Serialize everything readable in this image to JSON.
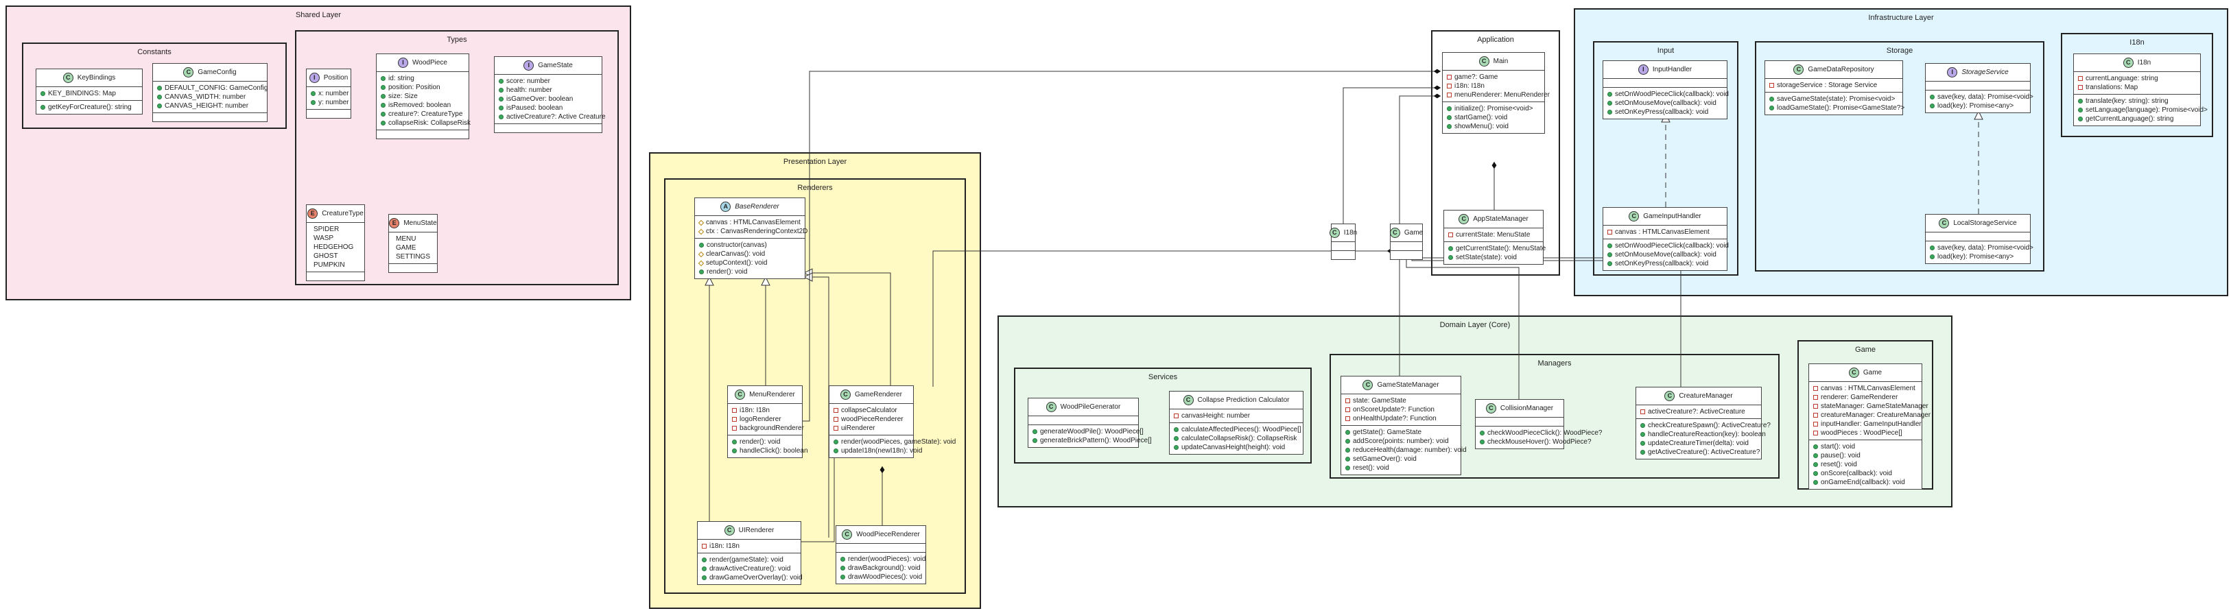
{
  "packages": {
    "shared": "Shared Layer",
    "constants": "Constants",
    "types": "Types",
    "presentation": "Presentation Layer",
    "renderers": "Renderers",
    "application": "Application",
    "infrastructure": "Infrastructure Layer",
    "input": "Input",
    "storage": "Storage",
    "i18n": "I18n",
    "domain": "Domain Layer (Core)",
    "services": "Services",
    "managers": "Managers",
    "game": "Game"
  },
  "colors": {
    "shared": "#fce4ec",
    "presentation": "#fff9c4",
    "infrastructure": "#e1f5fe",
    "domain": "#e8f5e9",
    "class_stereotype": "#a9dcb4",
    "interface_stereotype": "#b9a7e8",
    "enum_stereotype": "#e8846e",
    "abstract_stereotype": "#a8d8e6"
  },
  "classes": {
    "KeyBindings": {
      "stereotype": "C",
      "name": "KeyBindings",
      "sections": [
        [
          {
            "v": "pub",
            "t": "KEY_BINDINGS: Map"
          }
        ],
        [
          {
            "v": "pub",
            "t": "getKeyForCreature(): string"
          }
        ]
      ]
    },
    "GameConfig": {
      "stereotype": "C",
      "name": "GameConfig",
      "sections": [
        [
          {
            "v": "pub",
            "t": "DEFAULT_CONFIG: GameConfig"
          },
          {
            "v": "pub",
            "t": "CANVAS_WIDTH: number"
          },
          {
            "v": "pub",
            "t": "CANVAS_HEIGHT: number"
          }
        ],
        []
      ]
    },
    "Position": {
      "stereotype": "I",
      "name": "Position",
      "sections": [
        [
          {
            "v": "pub",
            "t": "x: number"
          },
          {
            "v": "pub",
            "t": "y: number"
          }
        ],
        []
      ]
    },
    "WoodPiece": {
      "stereotype": "I",
      "name": "WoodPiece",
      "sections": [
        [
          {
            "v": "pub",
            "t": "id: string"
          },
          {
            "v": "pub",
            "t": "position: Position"
          },
          {
            "v": "pub",
            "t": "size: Size"
          },
          {
            "v": "pub",
            "t": "isRemoved: boolean"
          },
          {
            "v": "pub",
            "t": "creature?: CreatureType"
          },
          {
            "v": "pub",
            "t": "collapseRisk: CollapseRisk"
          }
        ],
        []
      ]
    },
    "GameState": {
      "stereotype": "I",
      "name": "GameState",
      "sections": [
        [
          {
            "v": "pub",
            "t": "score: number"
          },
          {
            "v": "pub",
            "t": "health: number"
          },
          {
            "v": "pub",
            "t": "isGameOver: boolean"
          },
          {
            "v": "pub",
            "t": "isPaused: boolean"
          },
          {
            "v": "pub",
            "t": "activeCreature?: Active Creature"
          }
        ],
        []
      ]
    },
    "CreatureType": {
      "stereotype": "E",
      "name": "CreatureType",
      "sections": [
        [
          {
            "v": "none",
            "t": "SPIDER"
          },
          {
            "v": "none",
            "t": "WASP"
          },
          {
            "v": "none",
            "t": "HEDGEHOG"
          },
          {
            "v": "none",
            "t": "GHOST"
          },
          {
            "v": "none",
            "t": "PUMPKIN"
          }
        ],
        []
      ]
    },
    "MenuState": {
      "stereotype": "E",
      "name": "MenuState",
      "sections": [
        [
          {
            "v": "none",
            "t": "MENU"
          },
          {
            "v": "none",
            "t": "GAME"
          },
          {
            "v": "none",
            "t": "SETTINGS"
          }
        ],
        []
      ]
    },
    "BaseRenderer": {
      "stereotype": "A",
      "name": "BaseRenderer",
      "italic": true,
      "sections": [
        [
          {
            "v": "prot",
            "t": "canvas : HTMLCanvasElement"
          },
          {
            "v": "prot",
            "t": "ctx : CanvasRenderingContext2D"
          }
        ],
        [
          {
            "v": "pub",
            "t": "constructor(canvas)"
          },
          {
            "v": "prot",
            "t": "clearCanvas(): void"
          },
          {
            "v": "prot",
            "t": "setupContext(): void"
          },
          {
            "v": "pub",
            "t": "render(): void"
          }
        ]
      ]
    },
    "MenuRenderer": {
      "stereotype": "C",
      "name": "MenuRenderer",
      "sections": [
        [
          {
            "v": "priv",
            "t": "i18n: I18n"
          },
          {
            "v": "priv",
            "t": "logoRenderer"
          },
          {
            "v": "priv",
            "t": "backgroundRenderer"
          }
        ],
        [
          {
            "v": "pub",
            "t": "render(): void"
          },
          {
            "v": "pub",
            "t": "handleClick(): boolean"
          }
        ]
      ]
    },
    "GameRenderer": {
      "stereotype": "C",
      "name": "GameRenderer",
      "sections": [
        [
          {
            "v": "priv",
            "t": "collapseCalculator"
          },
          {
            "v": "priv",
            "t": "woodPieceRenderer"
          },
          {
            "v": "priv",
            "t": "uiRenderer"
          }
        ],
        [
          {
            "v": "pub",
            "t": "render(woodPieces, gameState): void"
          },
          {
            "v": "pub",
            "t": "updateI18n(newI18n): void"
          }
        ]
      ]
    },
    "UIRenderer": {
      "stereotype": "C",
      "name": "UIRenderer",
      "sections": [
        [
          {
            "v": "priv",
            "t": "i18n: I18n"
          }
        ],
        [
          {
            "v": "pub",
            "t": "render(gameState): void"
          },
          {
            "v": "pub",
            "t": "drawActiveCreature(): void"
          },
          {
            "v": "pub",
            "t": "drawGameOverOverlay(): void"
          }
        ]
      ]
    },
    "WoodPieceRenderer": {
      "stereotype": "C",
      "name": "WoodPieceRenderer",
      "sections": [
        [],
        [
          {
            "v": "pub",
            "t": "render(woodPieces): void"
          },
          {
            "v": "pub",
            "t": "drawBackground(): void"
          },
          {
            "v": "pub",
            "t": "drawWoodPieces(): void"
          }
        ]
      ]
    },
    "Main": {
      "stereotype": "C",
      "name": "Main",
      "sections": [
        [
          {
            "v": "priv",
            "t": "game?: Game"
          },
          {
            "v": "priv",
            "t": "i18n: I18n"
          },
          {
            "v": "priv",
            "t": "menuRenderer: MenuRenderer"
          }
        ],
        [
          {
            "v": "pub",
            "t": "initialize(): Promise<void>"
          },
          {
            "v": "pub",
            "t": "startGame(): void"
          },
          {
            "v": "pub",
            "t": "showMenu(): void"
          }
        ]
      ]
    },
    "AppStateManager": {
      "stereotype": "C",
      "name": "AppStateManager",
      "sections": [
        [
          {
            "v": "priv",
            "t": "currentState: MenuState"
          }
        ],
        [
          {
            "v": "pub",
            "t": "getCurrentState(): MenuState"
          },
          {
            "v": "pub",
            "t": "setState(state): void"
          }
        ]
      ]
    },
    "I18nRef": {
      "stereotype": "C",
      "name": "I18n",
      "sections": [
        [],
        []
      ]
    },
    "GameRef": {
      "stereotype": "C",
      "name": "Game",
      "sections": [
        [],
        []
      ]
    },
    "InputHandler": {
      "stereotype": "I",
      "name": "InputHandler",
      "sections": [
        [],
        [
          {
            "v": "pub",
            "t": "setOnWoodPieceClick(callback): void"
          },
          {
            "v": "pub",
            "t": "setOnMouseMove(callback): void"
          },
          {
            "v": "pub",
            "t": "setOnKeyPress(callback): void"
          }
        ]
      ]
    },
    "GameInputHandler": {
      "stereotype": "C",
      "name": "GameInputHandler",
      "sections": [
        [
          {
            "v": "priv",
            "t": "canvas : HTMLCanvasElement"
          }
        ],
        [
          {
            "v": "pub",
            "t": "setOnWoodPieceClick(callback): void"
          },
          {
            "v": "pub",
            "t": "setOnMouseMove(callback): void"
          },
          {
            "v": "pub",
            "t": "setOnKeyPress(callback): void"
          }
        ]
      ]
    },
    "GameDataRepository": {
      "stereotype": "C",
      "name": "GameDataRepository",
      "sections": [
        [
          {
            "v": "priv",
            "t": "storageService : Storage Service"
          }
        ],
        [
          {
            "v": "pub",
            "t": "saveGameState(state): Promise<void>"
          },
          {
            "v": "pub",
            "t": "loadGameState(): Promise<GameState?>"
          }
        ]
      ]
    },
    "StorageService": {
      "stereotype": "I",
      "name": "StorageService",
      "italic": true,
      "sections": [
        [],
        [
          {
            "v": "pub",
            "t": "save(key, data): Promise<void>"
          },
          {
            "v": "pub",
            "t": "load(key): Promise<any>"
          }
        ]
      ]
    },
    "LocalStorageService": {
      "stereotype": "C",
      "name": "LocalStorageService",
      "sections": [
        [],
        [
          {
            "v": "pub",
            "t": "save(key, data): Promise<void>"
          },
          {
            "v": "pub",
            "t": "load(key): Promise<any>"
          }
        ]
      ]
    },
    "I18n": {
      "stereotype": "C",
      "name": "I18n",
      "sections": [
        [
          {
            "v": "priv",
            "t": "currentLanguage: string"
          },
          {
            "v": "priv",
            "t": "translations: Map"
          }
        ],
        [
          {
            "v": "pub",
            "t": "translate(key: string): string"
          },
          {
            "v": "pub",
            "t": "setLanguage(language): Promise<void>"
          },
          {
            "v": "pub",
            "t": "getCurrentLanguage(): string"
          }
        ]
      ]
    },
    "WoodPileGenerator": {
      "stereotype": "C",
      "name": "WoodPileGenerator",
      "sections": [
        [],
        [
          {
            "v": "pub",
            "t": "generateWoodPile(): WoodPiece[]"
          },
          {
            "v": "pub",
            "t": "generateBrickPattern(): WoodPiece[]"
          }
        ]
      ]
    },
    "CollapsePredictionCalculator": {
      "stereotype": "C",
      "name": "Collapse Prediction Calculator",
      "sections": [
        [
          {
            "v": "priv",
            "t": "canvasHeight: number"
          }
        ],
        [
          {
            "v": "pub",
            "t": "calculateAffectedPieces(): WoodPiece[]"
          },
          {
            "v": "pub",
            "t": "calculateCollapseRisk(): CollapseRisk"
          },
          {
            "v": "pub",
            "t": "updateCanvasHeight(height): void"
          }
        ]
      ]
    },
    "GameStateManager": {
      "stereotype": "C",
      "name": "GameStateManager",
      "sections": [
        [
          {
            "v": "priv",
            "t": "state: GameState"
          },
          {
            "v": "priv",
            "t": "onScoreUpdate?: Function"
          },
          {
            "v": "priv",
            "t": "onHealthUpdate?: Function"
          }
        ],
        [
          {
            "v": "pub",
            "t": "getState(): GameState"
          },
          {
            "v": "pub",
            "t": "addScore(points: number): void"
          },
          {
            "v": "pub",
            "t": "reduceHealth(damage: number): void"
          },
          {
            "v": "pub",
            "t": "setGameOver(): void"
          },
          {
            "v": "pub",
            "t": "reset(): void"
          }
        ]
      ]
    },
    "CollisionManager": {
      "stereotype": "C",
      "name": "CollisionManager",
      "sections": [
        [],
        [
          {
            "v": "pub",
            "t": "checkWoodPieceClick(): WoodPiece?"
          },
          {
            "v": "pub",
            "t": "checkMouseHover(): WoodPiece?"
          }
        ]
      ]
    },
    "CreatureManager": {
      "stereotype": "C",
      "name": "CreatureManager",
      "sections": [
        [
          {
            "v": "priv",
            "t": "activeCreature?: ActiveCreature"
          }
        ],
        [
          {
            "v": "pub",
            "t": "checkCreatureSpawn(): ActiveCreature?"
          },
          {
            "v": "pub",
            "t": "handleCreatureReaction(key): boolean"
          },
          {
            "v": "pub",
            "t": "updateCreatureTimer(delta): void"
          },
          {
            "v": "pub",
            "t": "getActiveCreature(): ActiveCreature?"
          }
        ]
      ]
    },
    "Game": {
      "stereotype": "C",
      "name": "Game",
      "sections": [
        [
          {
            "v": "priv",
            "t": "canvas : HTMLCanvasElement"
          },
          {
            "v": "priv",
            "t": "renderer: GameRenderer"
          },
          {
            "v": "priv",
            "t": "stateManager: GameStateManager"
          },
          {
            "v": "priv",
            "t": "creatureManager: CreatureManager"
          },
          {
            "v": "priv",
            "t": "inputHandler: GameInputHandler"
          },
          {
            "v": "priv",
            "t": "woodPieces : WoodPiece[]"
          }
        ],
        [
          {
            "v": "pub",
            "t": "start(): void"
          },
          {
            "v": "pub",
            "t": "pause(): void"
          },
          {
            "v": "pub",
            "t": "reset(): void"
          },
          {
            "v": "pub",
            "t": "onScore(callback): void"
          },
          {
            "v": "pub",
            "t": "onGameEnd(callback): void"
          }
        ]
      ]
    }
  }
}
